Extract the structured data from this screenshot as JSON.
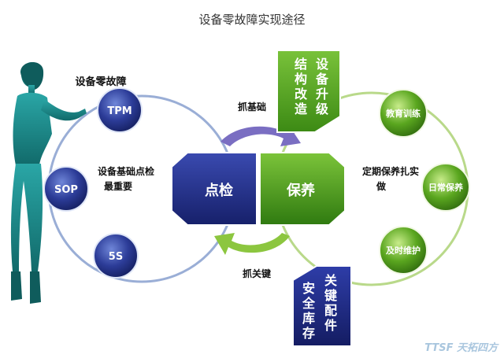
{
  "title": "设备零故障实现途径",
  "left": {
    "goal_label": "设备零故障",
    "basis_label_line1": "设备基础点检",
    "basis_label_line2": "最重要",
    "nodes": [
      "TPM",
      "SOP",
      "5S"
    ]
  },
  "center": {
    "left_box": "点检",
    "right_box": "保养",
    "top_arrow_label": "抓基础",
    "bottom_arrow_label": "抓关键"
  },
  "right": {
    "label_line1": "定期保养扎实",
    "label_line2": "做",
    "nodes": [
      "教育训练",
      "日常保养",
      "及时维护"
    ]
  },
  "top_banner": {
    "col_left": [
      "结",
      "构",
      "改",
      "造"
    ],
    "col_right": [
      "设",
      "备",
      "升",
      "级"
    ]
  },
  "bottom_banner": {
    "col_left": [
      "安",
      "全",
      "库",
      "存"
    ],
    "col_right": [
      "关",
      "键",
      "配",
      "件"
    ]
  },
  "watermark": "TTSF 天拓四方",
  "colors": {
    "navy": "#1e2a78",
    "green": "#4f9c1f",
    "teal_figure": "#1f8e8e",
    "ring": "#9aaed6",
    "arrow_purple": "#7a6ec2",
    "arrow_green": "#8cc63f"
  }
}
